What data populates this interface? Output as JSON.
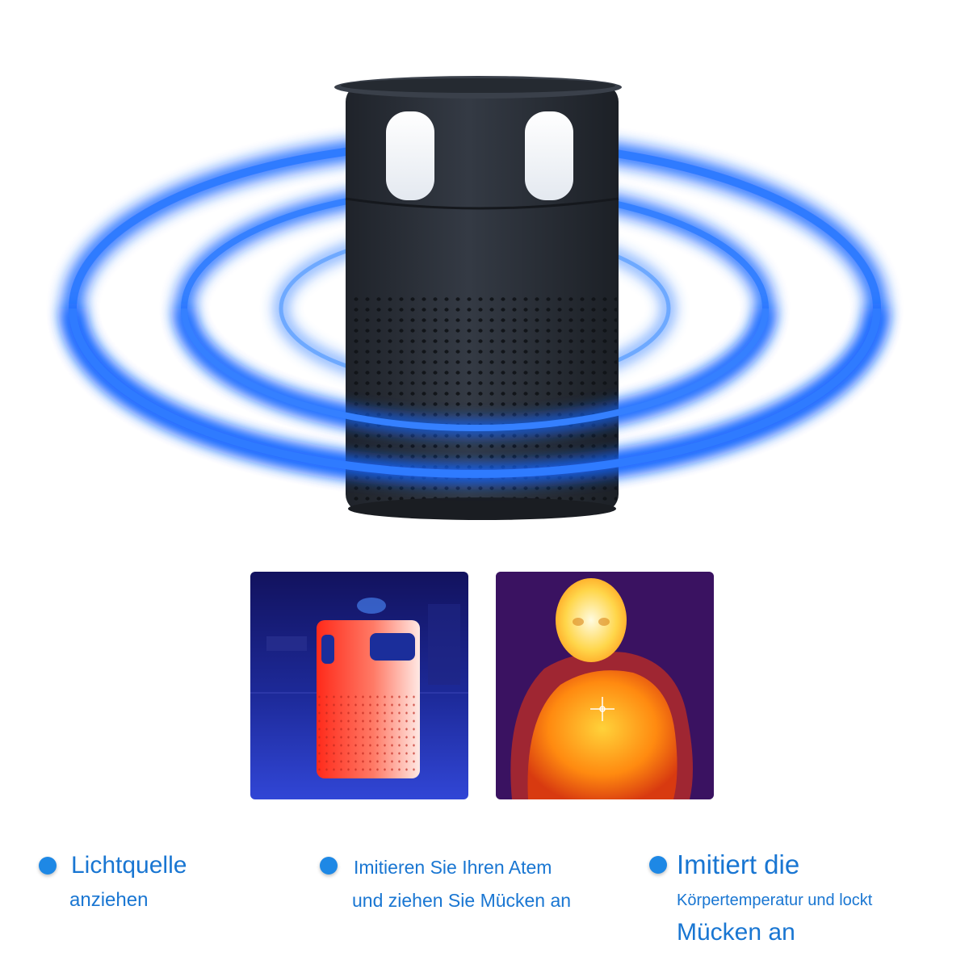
{
  "features": [
    {
      "line1": "Lichtquelle",
      "line2": "anziehen"
    },
    {
      "line1": "Imitieren Sie Ihren Atem",
      "line2": "und ziehen Sie Mücken an"
    },
    {
      "line1": "Imitiert die",
      "line2": "Körpertemperatur und lockt",
      "line3": "Mücken an"
    }
  ],
  "colors": {
    "accent_text": "#1976d2",
    "bullet": "#1e88e5",
    "ring_glow": "#1565ff",
    "device_body": "#2a2f37"
  },
  "icons": [
    "bullet-dot-icon",
    "crosshair-icon"
  ]
}
